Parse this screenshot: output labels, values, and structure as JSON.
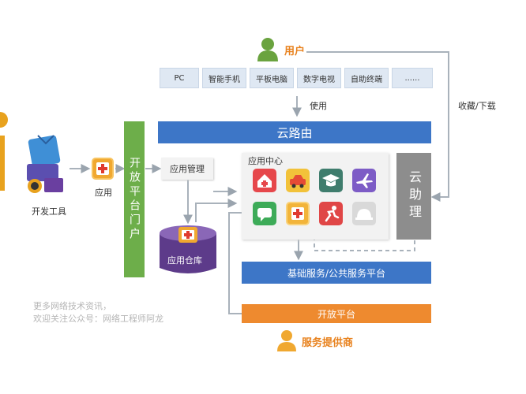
{
  "user": {
    "label": "用户",
    "color": "#e8821e"
  },
  "terminals": [
    "PC",
    "智能手机",
    "平板电脑",
    "数字电视",
    "自助终端",
    "......"
  ],
  "use_label": "使用",
  "collect_download_label": "收藏/下载",
  "cloud_router": "云路由",
  "developer": {
    "tools_label": "开发工具"
  },
  "app_label": "应用",
  "portal_label": "开放平台门户",
  "app_management": "应用管理",
  "app_center": "应用中心",
  "app_warehouse": "应用仓库",
  "cloud_assistant": "云助理",
  "basic_services": "基础服务/公共服务平台",
  "open_platform": "开放平台",
  "provider": {
    "label": "服务提供商",
    "color": "#e8821e"
  },
  "watermark": [
    "更多网络技术资讯，",
    "欢迎关注公众号：网络工程师阿龙"
  ],
  "colors": {
    "blue": "#3d76c7",
    "green": "#6dae4a",
    "orange": "#ee8a2f",
    "gray": "#8d8d8d",
    "purple": "#5d3b8a"
  }
}
